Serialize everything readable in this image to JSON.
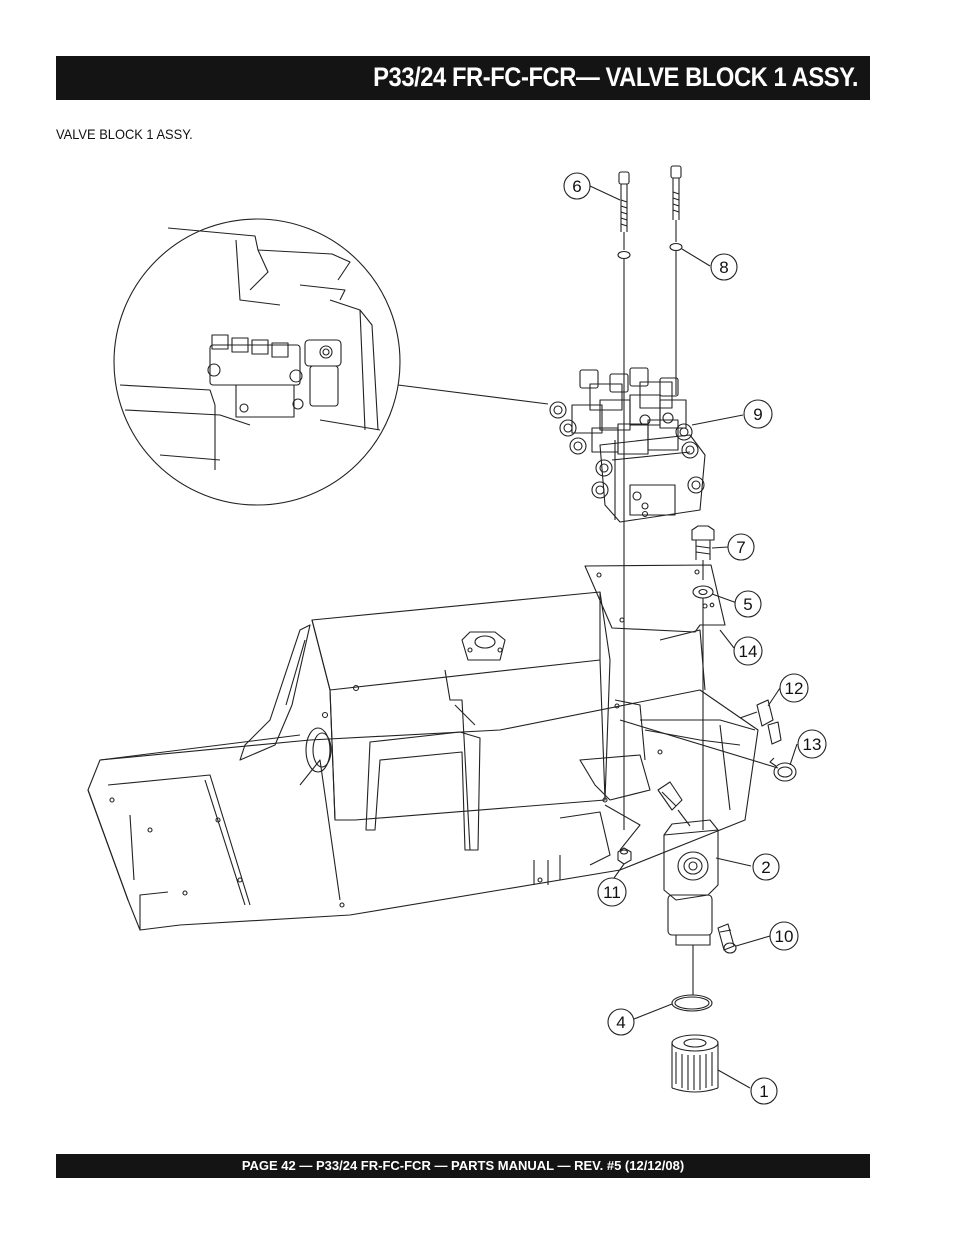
{
  "header": {
    "title": "P33/24 FR-FC-FCR— VALVE BLOCK 1 ASSY."
  },
  "section": {
    "label": "VALVE BLOCK 1 ASSY."
  },
  "callouts": [
    "6",
    "8",
    "9",
    "7",
    "5",
    "14",
    "12",
    "13",
    "2",
    "11",
    "10",
    "4",
    "1"
  ],
  "footer": {
    "text": "PAGE 42 — P33/24 FR-FC-FCR — PARTS MANUAL — REV. #5 (12/12/08)"
  },
  "colors": {
    "bar": "#141414",
    "line": "#222222"
  }
}
